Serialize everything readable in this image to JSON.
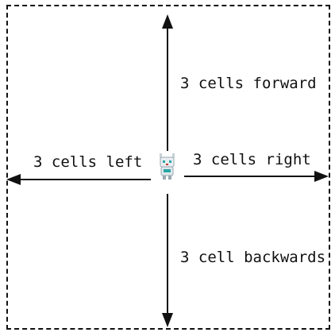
{
  "labels": {
    "forward": "3 cells forward",
    "left": "3 cells left",
    "right": "3 cells right",
    "backwards": "3 cell backwards"
  },
  "center_icon": "robot-character-icon",
  "colors": {
    "arrow": "#111111",
    "border": "#111111",
    "robot_body": "#e8eef2",
    "robot_accent": "#2aa6a6",
    "robot_eye": "#c0392b"
  }
}
